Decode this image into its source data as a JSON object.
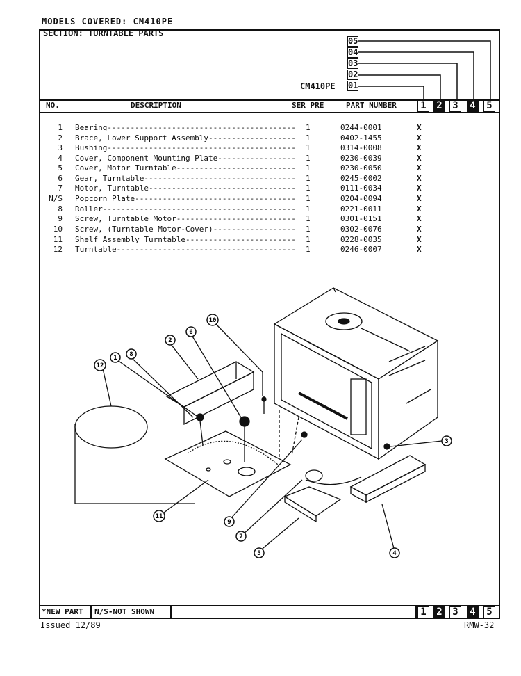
{
  "header": {
    "models_covered": "MODELS COVERED: CM410PE",
    "section": "SECTION: TURNTABLE PARTS",
    "model_code": "CM410PE",
    "digit_codes": [
      "05",
      "04",
      "03",
      "02",
      "01"
    ]
  },
  "table": {
    "columns": [
      "NO.",
      "DESCRIPTION",
      "SER PRE",
      "PART NUMBER"
    ],
    "model_numbers": [
      "1",
      "2",
      "3",
      "4",
      "5"
    ],
    "rows": [
      {
        "no": "1",
        "desc": "Bearing-----------------------------------------",
        "qty": "1",
        "part": "0244-0001",
        "mark": "X"
      },
      {
        "no": "2",
        "desc": "Brace, Lower Support Assembly-------------------",
        "qty": "1",
        "part": "0402-1455",
        "mark": "X"
      },
      {
        "no": "3",
        "desc": "Bushing-----------------------------------------",
        "qty": "1",
        "part": "0314-0008",
        "mark": "X"
      },
      {
        "no": "4",
        "desc": "Cover, Component Mounting Plate-----------------",
        "qty": "1",
        "part": "0230-0039",
        "mark": "X"
      },
      {
        "no": "5",
        "desc": "Cover, Motor Turntable--------------------------",
        "qty": "1",
        "part": "0230-0050",
        "mark": "X"
      },
      {
        "no": "6",
        "desc": "Gear, Turntable---------------------------------",
        "qty": "1",
        "part": "0245-0002",
        "mark": "X"
      },
      {
        "no": "7",
        "desc": "Motor, Turntable--------------------------------",
        "qty": "1",
        "part": "0111-0034",
        "mark": "X"
      },
      {
        "no": "N/S",
        "desc": "Popcorn Plate-----------------------------------",
        "qty": "1",
        "part": "0204-0094",
        "mark": "X"
      },
      {
        "no": "8",
        "desc": "Roller------------------------------------------",
        "qty": "1",
        "part": "0221-0011",
        "mark": "X"
      },
      {
        "no": "9",
        "desc": "Screw, Turntable Motor--------------------------",
        "qty": "1",
        "part": "0301-0151",
        "mark": "X"
      },
      {
        "no": "10",
        "desc": "Screw, (Turntable Motor-Cover)------------------",
        "qty": "1",
        "part": "0302-0076",
        "mark": "X"
      },
      {
        "no": "11",
        "desc": "Shelf Assembly Turntable------------------------",
        "qty": "1",
        "part": "0228-0035",
        "mark": "X"
      },
      {
        "no": "12",
        "desc": "Turntable---------------------------------------",
        "qty": "1",
        "part": "0246-0007",
        "mark": "X"
      }
    ]
  },
  "diagram": {
    "callouts": [
      "12",
      "1",
      "8",
      "2",
      "6",
      "10",
      "3",
      "11",
      "9",
      "7",
      "5",
      "4"
    ]
  },
  "footer": {
    "new_part": "*NEW PART",
    "not_shown": "N/S-NOT SHOWN",
    "model_numbers": [
      "1",
      "2",
      "3",
      "4",
      "5"
    ],
    "issued": "Issued 12/89",
    "page_id": "RMW-32"
  }
}
